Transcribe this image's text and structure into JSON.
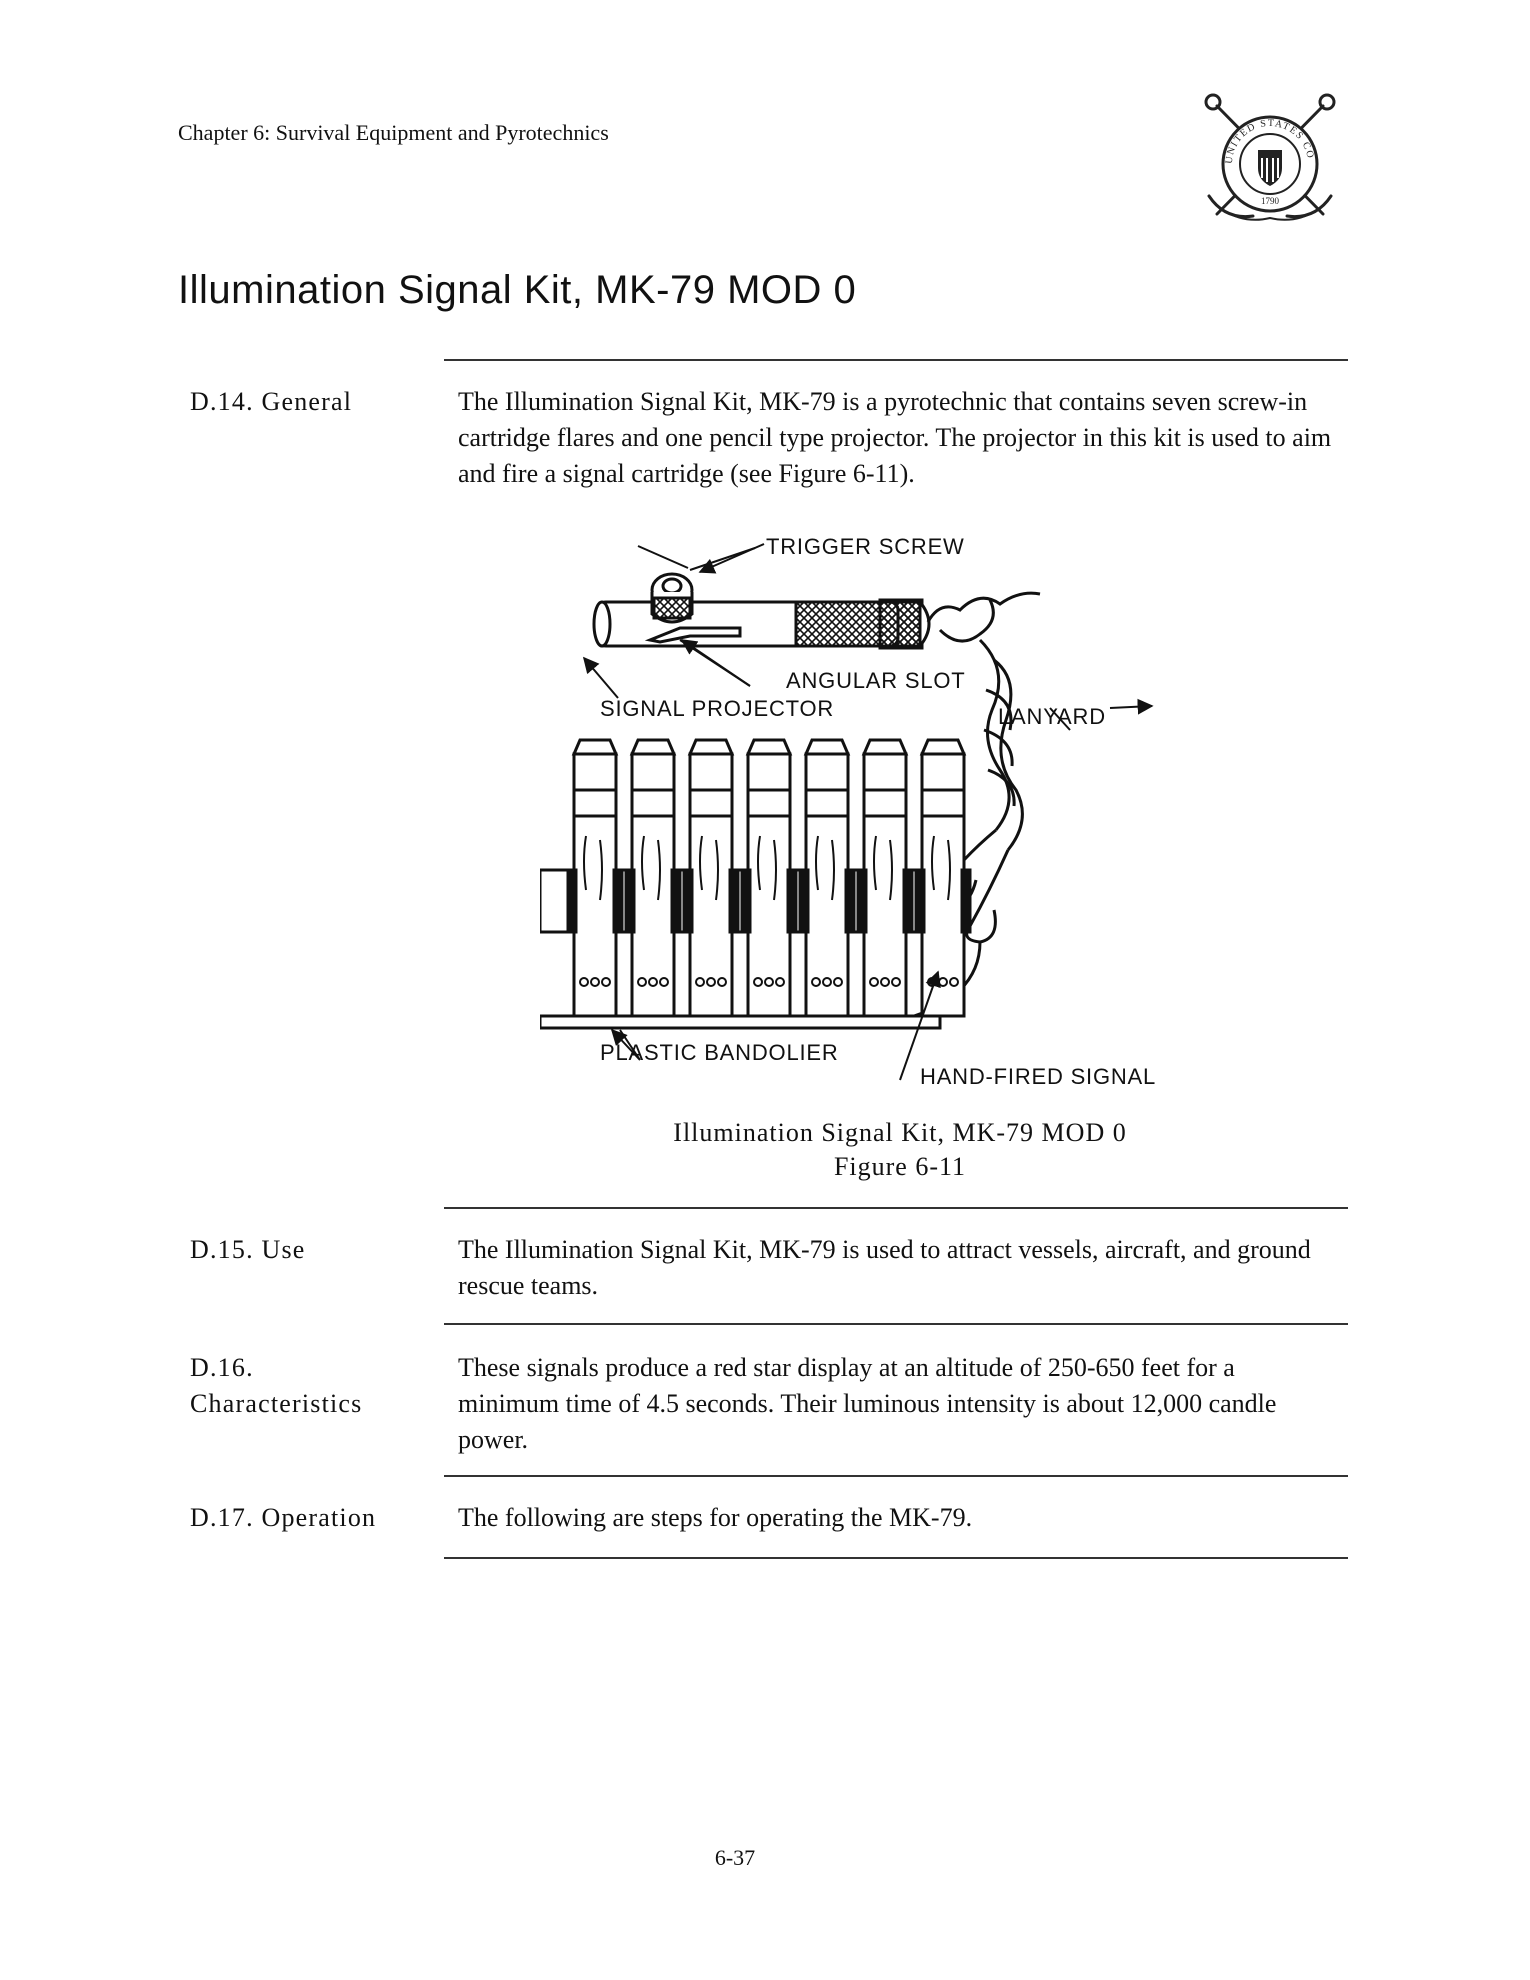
{
  "header": {
    "running_head": "Chapter 6:  Survival Equipment and Pyrotechnics",
    "seal_text_top": "UNITED STATES COAST GUARD",
    "seal_year": "1790"
  },
  "title": "Illumination Signal Kit, MK-79 MOD 0",
  "sections": [
    {
      "label": "D.14.  General",
      "text": "The Illumination Signal Kit, MK-79 is a pyrotechnic that contains seven screw-in cartridge flares and one pencil type projector.  The projector in this kit is used to aim and fire a signal cartridge (see Figure 6-11)."
    },
    {
      "label": "D.15.  Use",
      "text": "The Illumination Signal Kit, MK-79 is used to attract vessels, aircraft, and ground rescue teams."
    },
    {
      "label_line1": "D.16.",
      "label_line2": "Characteristics",
      "text": "These signals produce a red star display at an altitude of 250-650 feet for a minimum time of 4.5 seconds.  Their luminous intensity is about 12,000 candle power."
    },
    {
      "label": "D.17.  Operation",
      "text": "The following are steps for operating the MK-79."
    }
  ],
  "figure": {
    "callouts": {
      "trigger_screw": "TRIGGER SCREW",
      "angular_slot": "ANGULAR SLOT",
      "signal_projector": "SIGNAL PROJECTOR",
      "lanyard": "LANYARD",
      "plastic_bandolier": "PLASTIC BANDOLIER",
      "hand_fired_signal": "HAND-FIRED SIGNAL"
    },
    "caption_line1": "Illumination Signal Kit, MK-79 MOD 0",
    "caption_line2": "Figure 6-11"
  },
  "footer": {
    "page_number": "6-37"
  }
}
